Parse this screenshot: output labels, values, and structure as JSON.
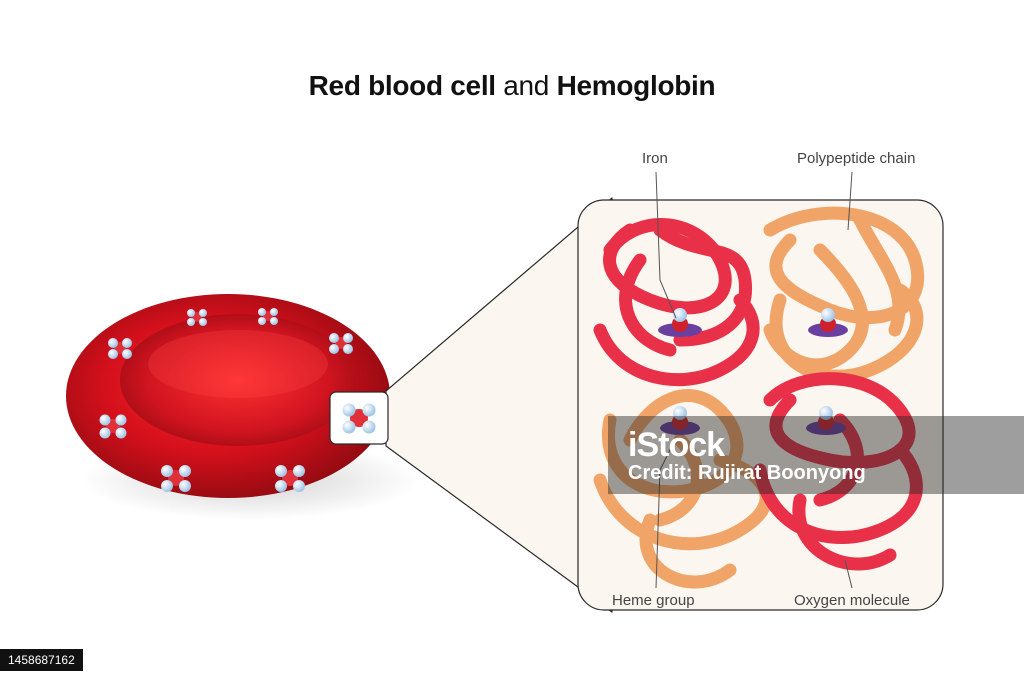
{
  "title": {
    "part1": "Red blood cell",
    "part2": "and",
    "part3": "Hemoglobin"
  },
  "labels": {
    "iron": "Iron",
    "polypeptide_chain": "Polypeptide chain",
    "heme_group": "Heme group",
    "oxygen_molecule": "Oxygen molecule"
  },
  "watermark": {
    "logo": "iStock",
    "credit": "Credit: Rujirat Boonyong"
  },
  "stock_id": "1458687162",
  "colors": {
    "cell_red": "#d4101c",
    "chain_red": "#e83048",
    "chain_orange": "#f0a060",
    "panel_bg": "#fbf6ef",
    "heme_purple": "#6a3fa0",
    "oxygen_blue": "#bcd6ee"
  }
}
